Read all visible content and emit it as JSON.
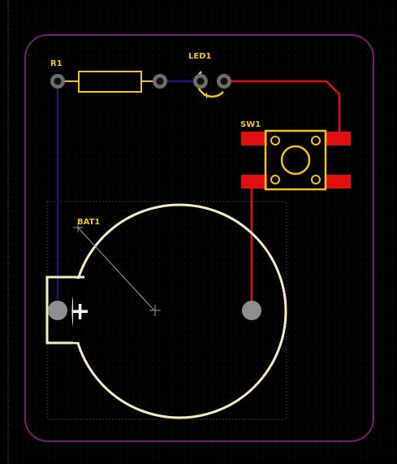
{
  "board": {
    "background_color": "#000000",
    "grid_color": "#3a3a3a",
    "outline_color": "#7a1a7a",
    "silkscreen_color": "#f2c31a",
    "bat_outline_color": "#f5ecc0",
    "top_copper_color": "#e01010",
    "bottom_copper_color": "#1a1a7a",
    "pad_color": "#8f8f8f",
    "assembly_line_color": "#9a9a9a"
  },
  "components": {
    "r1": {
      "ref": "R1"
    },
    "led1": {
      "ref": "LED1",
      "polarity_mark": "+"
    },
    "sw1": {
      "ref": "SW1"
    },
    "bat1": {
      "ref": "BAT1",
      "polarity_mark": "+"
    }
  }
}
